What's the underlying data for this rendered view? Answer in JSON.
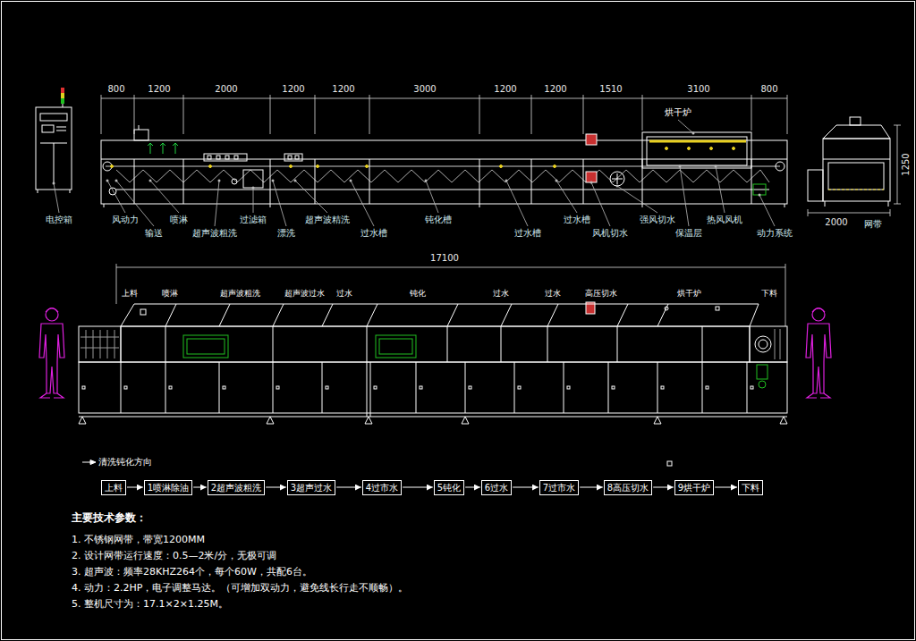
{
  "diagram": {
    "nodes": [
      {
        "text": [
          "上料"
        ]
      },
      {
        "text": [
          "1喷淋除油"
        ]
      },
      {
        "text": [
          "2超声波粗洗"
        ]
      },
      {
        "text": [
          "3超声过水"
        ]
      },
      {
        "text": [
          "4过市水"
        ]
      },
      {
        "text": [
          "5钝化"
        ]
      },
      {
        "text": [
          "6过水"
        ]
      },
      {
        "text": [
          "7过市水"
        ]
      },
      {
        "text": [
          "8高压切水"
        ]
      },
      {
        "text": [
          "9烘干炉"
        ]
      },
      {
        "text": [
          "下料"
        ]
      }
    ],
    "edges": [
      {
        "from": 0,
        "to": 1,
        "arrow": "to"
      },
      {
        "from": 1,
        "to": 2,
        "arrow": "to"
      },
      {
        "from": 2,
        "to": 3,
        "arrow": "to"
      },
      {
        "from": 3,
        "to": 4,
        "arrow": "to"
      },
      {
        "from": 4,
        "to": 5,
        "arrow": "to"
      },
      {
        "from": 5,
        "to": 6,
        "arrow": "to"
      },
      {
        "from": 6,
        "to": 7,
        "arrow": "to"
      },
      {
        "from": 7,
        "to": 8,
        "arrow": "to"
      },
      {
        "from": 8,
        "to": 9,
        "arrow": "to"
      },
      {
        "from": 9,
        "to": 10,
        "arrow": "to"
      }
    ],
    "labels": [
      "800",
      "1200",
      "2000",
      "1200",
      "1200",
      "3000",
      "1200",
      "1200",
      "1510",
      "3100",
      "800",
      "烘干炉",
      "电控箱",
      "风动力",
      "输送",
      "喷淋",
      "超声波粗洗",
      "过滤箱",
      "漂洗",
      "超声波精洗",
      "过水槽",
      "钝化槽",
      "过水槽",
      "过水槽",
      "风机切水",
      "强风切水",
      "保温层",
      "热风风机",
      "动力系统",
      "1250",
      "2000",
      "网带",
      "17100",
      "上料",
      "喷淋",
      "超声波粗洗",
      "超声波过水",
      "过水",
      "钝化",
      "过水",
      "过水",
      "高压切水",
      "烘干炉",
      "下料",
      "清洗钝化方向",
      "主要技术参数：",
      "1. 不锈钢网带，带宽1200MM",
      "2. 设计网带运行速度：0.5—2米/分，无极可调",
      "3. 超声波：频率28KHZ264个，每个60W，共配6台。",
      "4. 动力：2.2HP，电子调整马达。（可增加双动力，避免线长行走不顺畅）。",
      "5. 整机尺寸为：17.1×2×1.25M。"
    ]
  }
}
